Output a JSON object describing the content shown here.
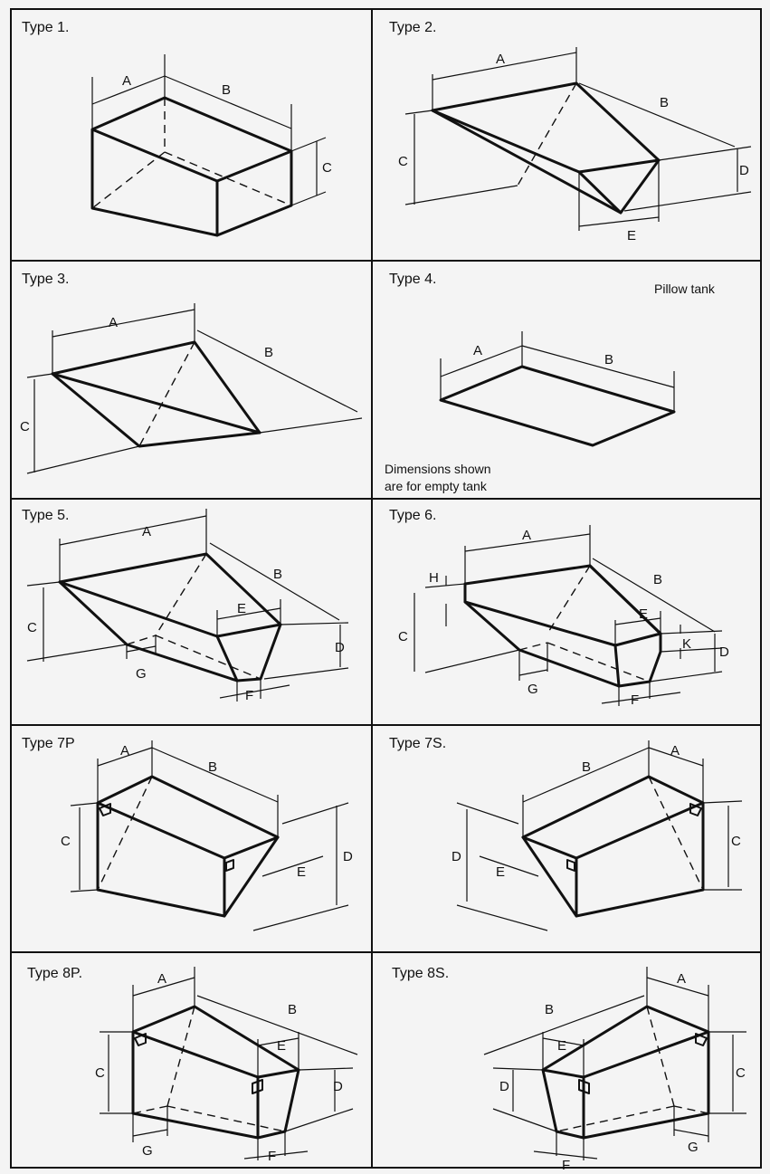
{
  "panels": [
    {
      "title": "Type 1."
    },
    {
      "title": "Type 2."
    },
    {
      "title": "Type 3."
    },
    {
      "title": "Type 4.",
      "subtitle": "Pillow tank",
      "note_line1": "Dimensions shown",
      "note_line2": "are for empty tank"
    },
    {
      "title": "Type 5."
    },
    {
      "title": "Type 6."
    },
    {
      "title": "Type 7P"
    },
    {
      "title": "Type 7S."
    },
    {
      "title": "Type 8P."
    },
    {
      "title": "Type 8S."
    }
  ],
  "dimension_letters": {
    "a": "A",
    "b": "B",
    "c": "C",
    "d": "D",
    "e": "E",
    "f": "F",
    "g": "G",
    "h": "H",
    "k": "K"
  }
}
